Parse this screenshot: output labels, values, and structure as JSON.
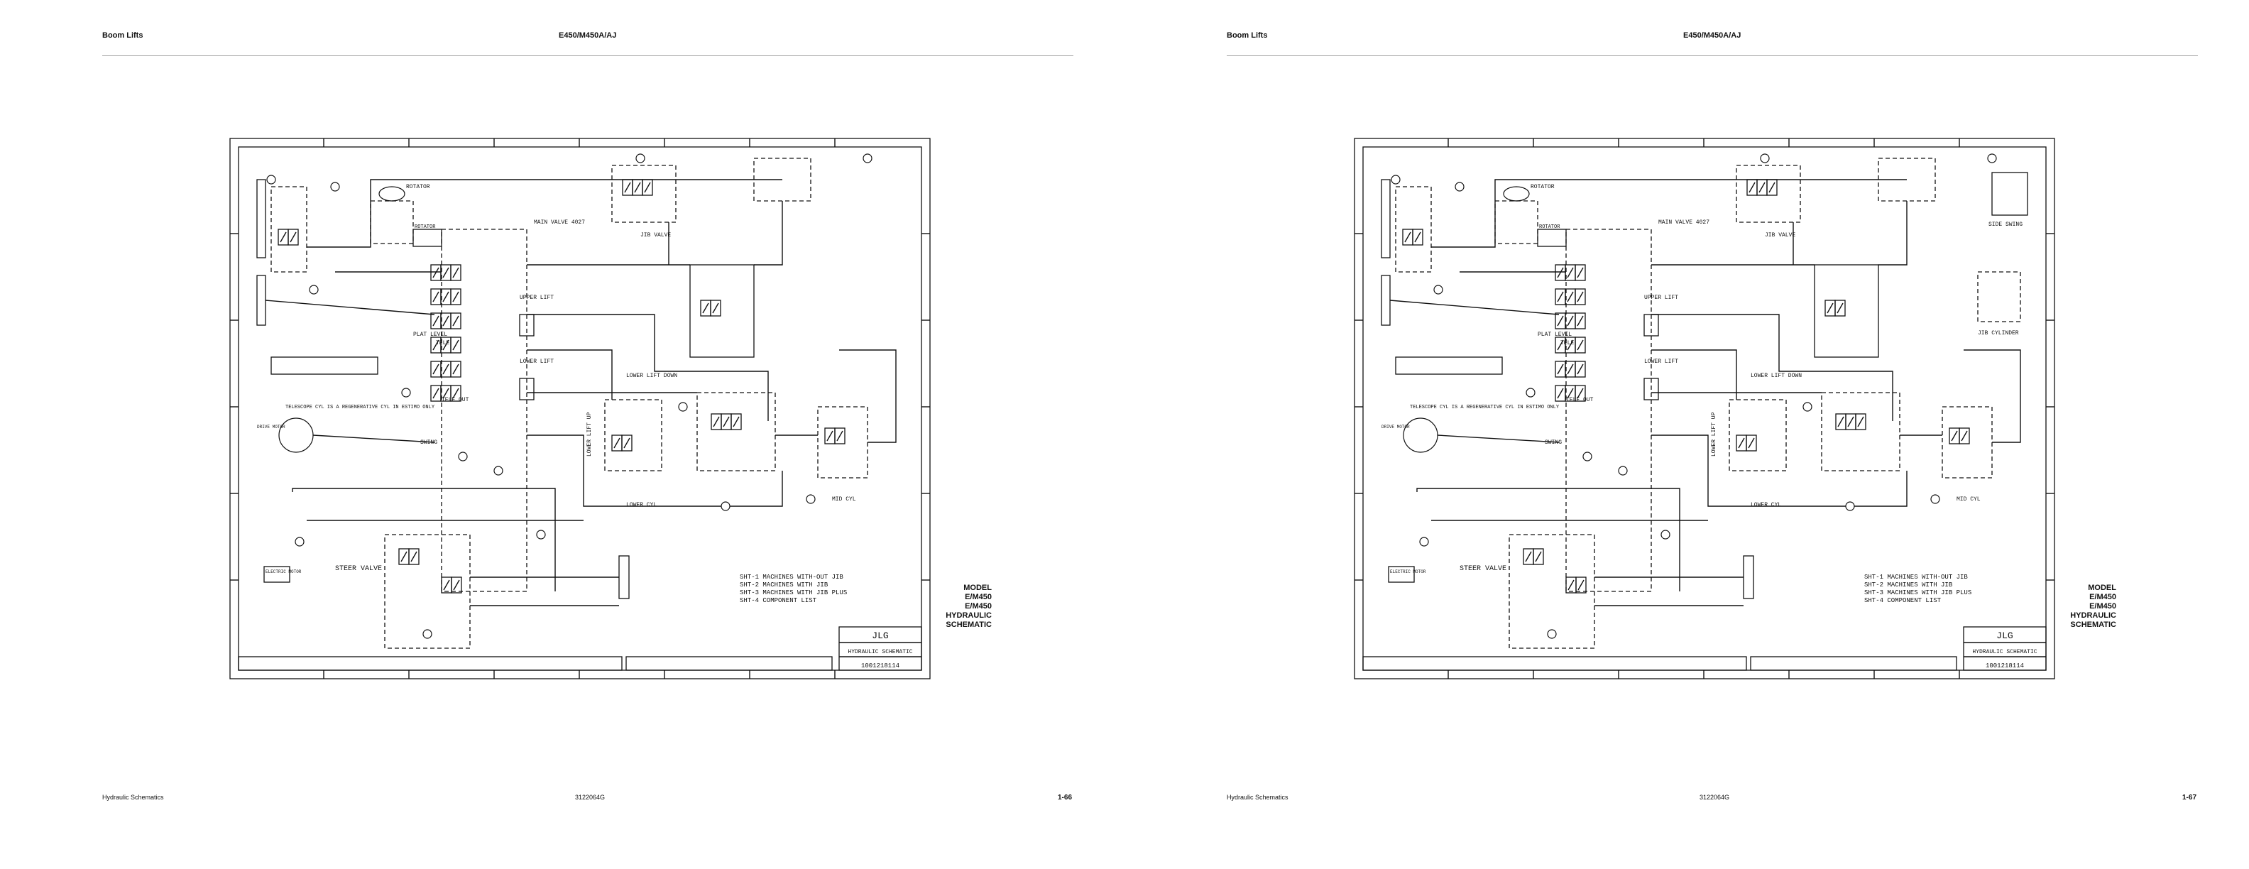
{
  "pages": [
    {
      "header_left": "Boom Lifts",
      "header_center": "E450/M450A/AJ",
      "footer_left": "Hydraulic Schematics",
      "footer_center": "3122064G",
      "footer_right": "1-66",
      "side_label": [
        "MODEL",
        "E/M450",
        "E/M450",
        "HYDRAULIC",
        "SCHEMATIC"
      ],
      "schematic": {
        "labels": {
          "rotator": "ROTATOR",
          "main_valve": "MAIN VALVE 4027",
          "jib_valve": "JIB VALVE",
          "upper_lift": "UPPER LIFT",
          "plat_level": "PLAT LEVEL",
          "tele": "TELE",
          "lower_lift": "LOWER LIFT",
          "tele_out": "TELE OUT",
          "swing": "SWING",
          "lower_lift_down": "LOWER LIFT DOWN",
          "lower_lift_up": "LOWER LIFT UP",
          "lower_cyl": "LOWER CYL",
          "mid_cyl": "MID CYL",
          "steer_valve": "STEER VALVE",
          "electric_motor": "ELECTRIC MOTOR",
          "drive_motor": "DRIVE MOTOR",
          "telescope_note": "TELESCOPE CYL IS A REGENERATIVE CYL IN ESTIMO ONLY",
          "title_block_name": "HYDRAULIC SCHEMATIC",
          "title_logo": "JLG",
          "drawing_number": "1001218114",
          "side_swing": "",
          "jib_cylinder": ""
        },
        "notes": [
          "SHT-1 MACHINES WITH-OUT JIB",
          "SHT-2 MACHINES WITH JIB",
          "SHT-3 MACHINES WITH JIB PLUS",
          "SHT-4 COMPONENT LIST"
        ]
      }
    },
    {
      "header_left": "Boom Lifts",
      "header_center": "E450/M450A/AJ",
      "footer_left": "Hydraulic Schematics",
      "footer_center": "3122064G",
      "footer_right": "1-67",
      "side_label": [
        "MODEL",
        "E/M450",
        "E/M450",
        "HYDRAULIC",
        "SCHEMATIC"
      ],
      "schematic": {
        "labels": {
          "rotator": "ROTATOR",
          "main_valve": "MAIN VALVE 4027",
          "jib_valve": "JIB VALVE",
          "upper_lift": "UPPER LIFT",
          "plat_level": "PLAT LEVEL",
          "tele": "TELE",
          "lower_lift": "LOWER LIFT",
          "tele_out": "TELE OUT",
          "swing": "SWING",
          "lower_lift_down": "LOWER LIFT DOWN",
          "lower_lift_up": "LOWER LIFT UP",
          "lower_cyl": "LOWER CYL",
          "mid_cyl": "MID CYL",
          "steer_valve": "STEER VALVE",
          "electric_motor": "ELECTRIC MOTOR",
          "drive_motor": "DRIVE MOTOR",
          "telescope_note": "TELESCOPE CYL IS A REGENERATIVE CYL IN ESTIMO ONLY",
          "title_block_name": "HYDRAULIC SCHEMATIC",
          "title_logo": "JLG",
          "drawing_number": "1001218114",
          "side_swing": "SIDE SWING",
          "jib_cylinder": "JIB CYLINDER"
        },
        "notes": [
          "SHT-1 MACHINES WITH-OUT JIB",
          "SHT-2 MACHINES WITH JIB",
          "SHT-3 MACHINES WITH JIB PLUS",
          "SHT-4 COMPONENT LIST"
        ]
      }
    }
  ]
}
